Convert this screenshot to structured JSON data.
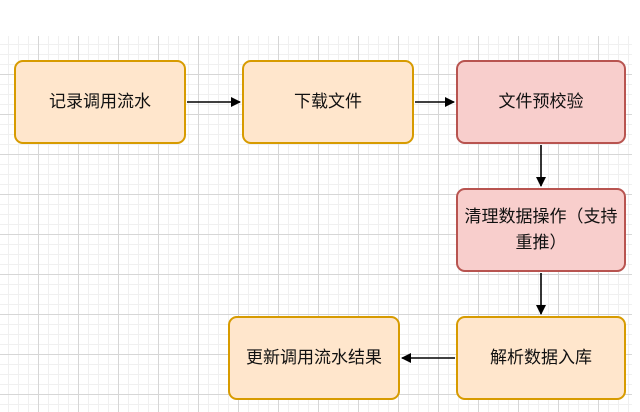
{
  "diagram": {
    "nodes": [
      {
        "id": "n1",
        "label": "记录调用流水"
      },
      {
        "id": "n2",
        "label": "下载文件"
      },
      {
        "id": "n3",
        "label": "文件预校验"
      },
      {
        "id": "n4",
        "label": "清理数据操作（支持重推）"
      },
      {
        "id": "n5",
        "label": "解析数据入库"
      },
      {
        "id": "n6",
        "label": "更新调用流水结果"
      }
    ],
    "edges": [
      {
        "from": "n1",
        "to": "n2"
      },
      {
        "from": "n2",
        "to": "n3"
      },
      {
        "from": "n3",
        "to": "n4"
      },
      {
        "from": "n4",
        "to": "n5"
      },
      {
        "from": "n5",
        "to": "n6"
      }
    ],
    "colors": {
      "orange_fill": "#ffe6cc",
      "orange_stroke": "#d79b00",
      "red_fill": "#f8cecc",
      "red_stroke": "#b85450",
      "arrow": "#000000"
    }
  }
}
